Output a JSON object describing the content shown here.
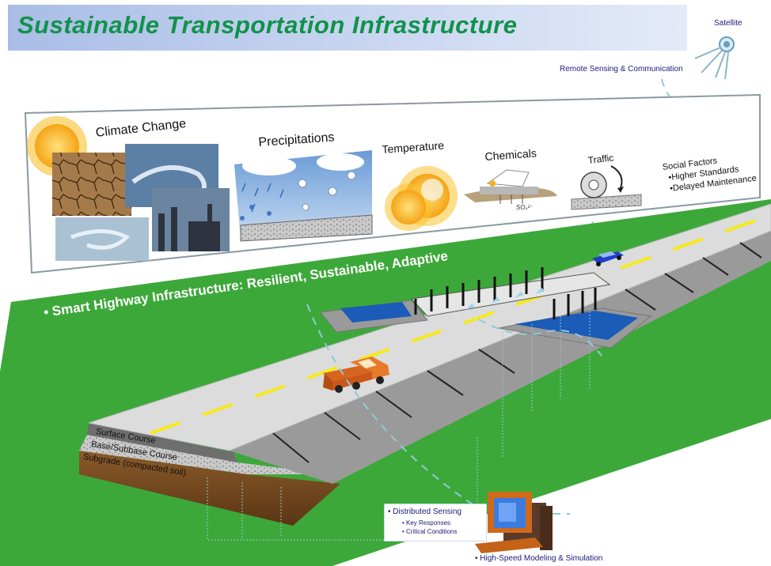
{
  "title": "Sustainable Transportation Infrastructure",
  "satellite": {
    "label": "Satellite",
    "link_label": "Remote Sensing & Communication"
  },
  "factors": {
    "climate_change": "Climate Change",
    "precipitations": "Precipitations",
    "temperature": "Temperature",
    "chemicals": "Chemicals",
    "chemical_formula": "SO₄²⁻",
    "traffic": "Traffic",
    "social_factors": {
      "title": "Social Factors",
      "items": [
        "•Higher Standards",
        "•Delayed Maintenance"
      ]
    }
  },
  "highway": {
    "headline": "• Smart Highway Infrastructure:  Resilient, Sustainable, Adaptive",
    "layers": [
      "Surface Course",
      "Base/Subbase Course",
      "Subgrade (compacted soil)"
    ]
  },
  "sensing": {
    "title": "• Distributed Sensing",
    "items": [
      "• Key Responses",
      "• Critical Conditions"
    ]
  },
  "modeling": {
    "label": "• High-Speed Modeling & Simulation"
  },
  "colors": {
    "title_text": "#10924a",
    "title_band_start": "#a9bde6",
    "grass": "#3da83a",
    "road": "#dcdcdc",
    "shoulder": "#9a9a9a",
    "center_line": "#f6ea1a",
    "water": "#1a5cb8",
    "sensor_line": "#8fcad8",
    "label_text": "#1a1a7a"
  }
}
